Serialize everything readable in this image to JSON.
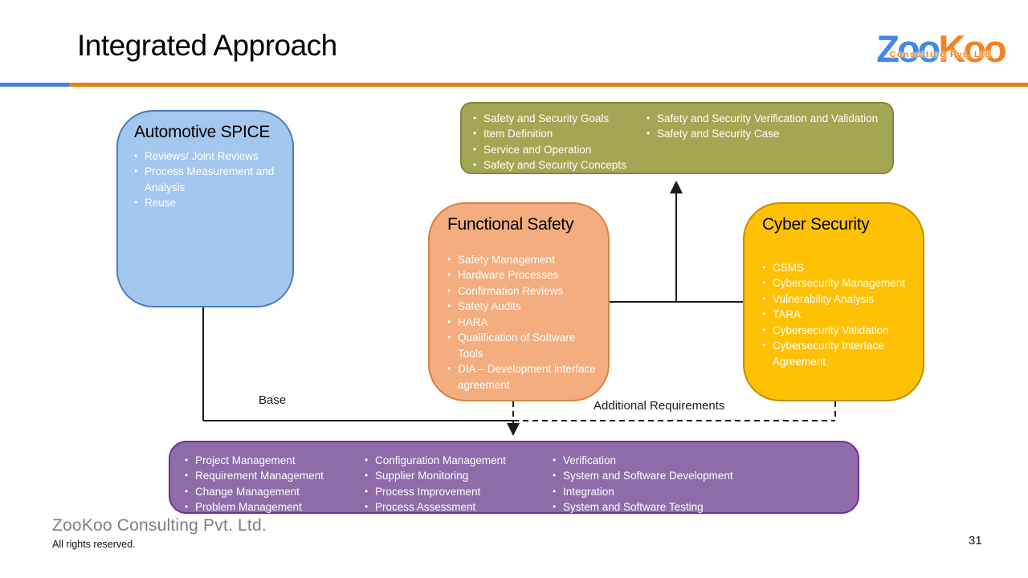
{
  "header": {
    "title": "Integrated Approach",
    "logo": {
      "part1": "Z",
      "part2": "oo",
      "part3": "K",
      "part4": "oo",
      "tagline": "Consulting Pvt. Ltd"
    }
  },
  "boxes": {
    "automotive_spice": {
      "title": "Automotive SPICE",
      "items": [
        "Reviews/ Joint Reviews",
        "Process Measurement and Analysis",
        "Reuse"
      ]
    },
    "safety_security_goals": {
      "items_left": [
        "Safety and Security Goals",
        "Item Definition",
        "Service and Operation",
        "Safety and Security Concepts"
      ],
      "items_right": [
        "Safety and Security Verification and Validation",
        "Safety and Security Case"
      ]
    },
    "functional_safety": {
      "title": "Functional Safety",
      "items": [
        "Safety Management",
        "Hardware Processes",
        "Confirmation Reviews",
        "Safety Audits",
        "HARA",
        "Qualification of Software Tools",
        "DIA – Development interface agreement"
      ]
    },
    "cyber_security": {
      "title": "Cyber Security",
      "items": [
        "CSMS",
        "Cybersecurity Management",
        "Vulnerability Analysis",
        "TARA",
        "Cybersecurity Validation",
        "Cybersecurity Interface Agreement"
      ]
    },
    "base_processes": {
      "col1": [
        "Project Management",
        "Requirement Management",
        "Change Management",
        "Problem Management"
      ],
      "col2": [
        "Configuration Management",
        "Supplier Monitoring",
        "Process Improvement",
        "Process Assessment"
      ],
      "col3": [
        "Verification",
        "System and Software Development",
        "Integration",
        "System and Software Testing"
      ]
    }
  },
  "labels": {
    "base": "Base",
    "additional_requirements": "Additional Requirements"
  },
  "footer": {
    "company": "ZooKoo Consulting Pvt. Ltd.",
    "rights": "All rights reserved.",
    "page": "31"
  },
  "colors": {
    "divider_blue": "#4080e8",
    "divider_orange": "#e8820c",
    "spice_fill": "#a4c7ef",
    "spice_border": "#4a7ebb",
    "olive_fill": "#a5a653",
    "olive_border": "#84853f",
    "functional_fill": "#f3ad7e",
    "functional_border": "#d9833c",
    "cyber_fill": "#ffc103",
    "cyber_border": "#bf9000",
    "purple_fill": "#8f6ca9",
    "purple_border": "#7030a0",
    "logo_blue": "#3e8aea",
    "logo_orange": "#f58220",
    "connector": "#1a1a1a"
  }
}
